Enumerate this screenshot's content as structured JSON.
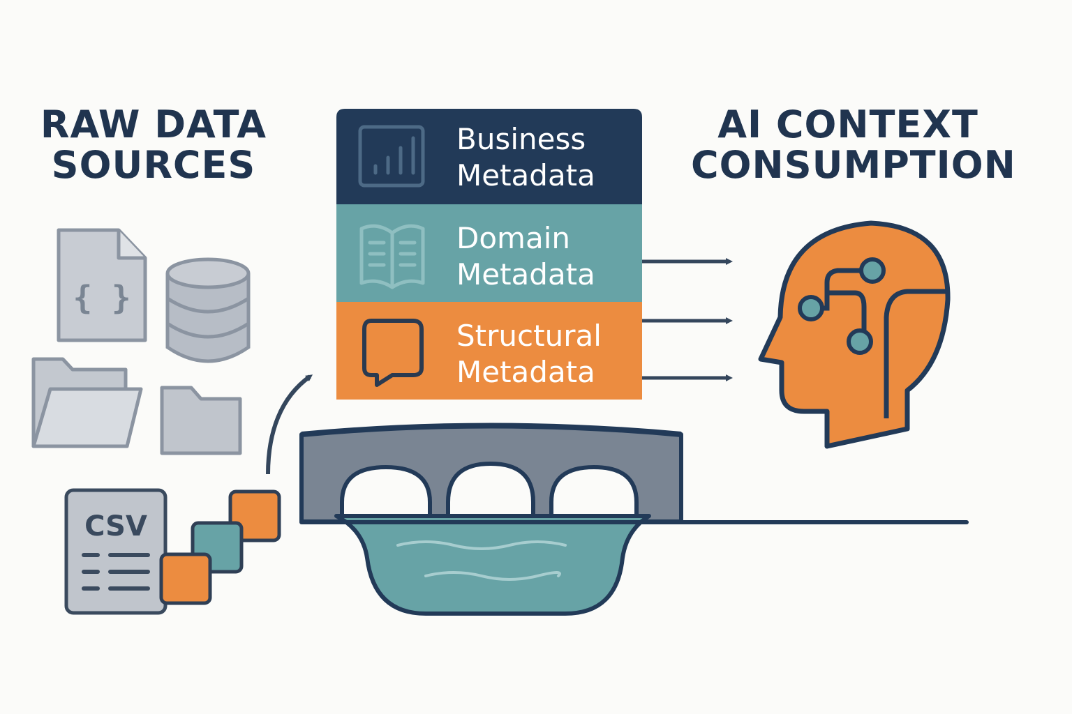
{
  "left_heading": {
    "line1": "RAW DATA",
    "line2": "SOURCES"
  },
  "right_heading": {
    "line1": "AI CONTEXT",
    "line2": "CONSUMPTION"
  },
  "layers": [
    {
      "line1": "Business",
      "line2": "Metadata",
      "icon": "bar-chart-icon",
      "color": "#223a58"
    },
    {
      "line1": "Domain",
      "line2": "Metadata",
      "icon": "open-book-icon",
      "color": "#67a3a6"
    },
    {
      "line1": "Structural",
      "line2": "Metadata",
      "icon": "speech-bubble-icon",
      "color": "#ec8c40"
    }
  ],
  "sources": {
    "csv_label": "CSV",
    "icons": [
      "json-file-icon",
      "database-icon",
      "open-folder-icon",
      "folder-icon",
      "csv-file-icon"
    ]
  },
  "colors": {
    "navy": "#223a58",
    "teal": "#67a3a6",
    "orange": "#ec8c40",
    "gray": "#b7bdc6",
    "gray_stroke": "#8b94a1",
    "bridge": "#7a8593",
    "background": "#fbfbf9"
  }
}
